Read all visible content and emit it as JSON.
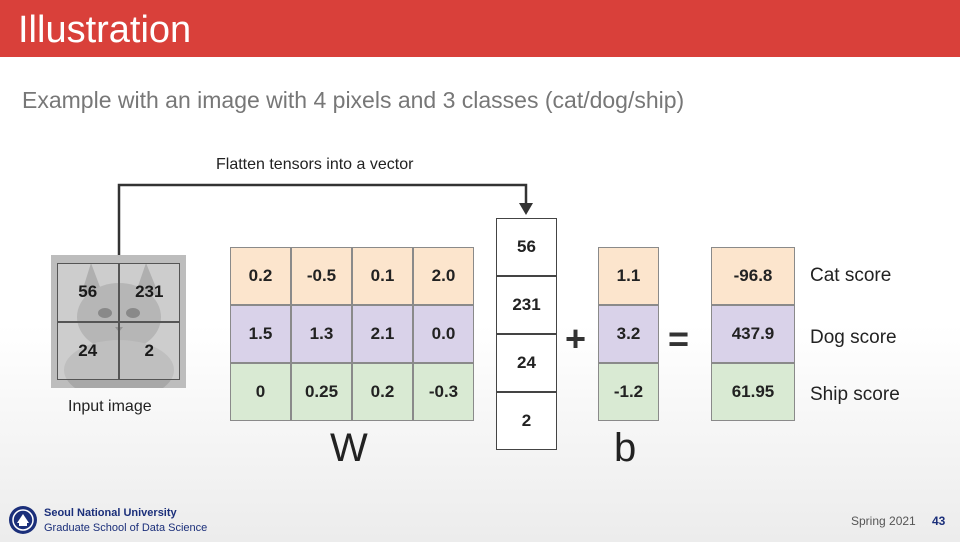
{
  "slide": {
    "title": "Illustration",
    "subtitle": "Example with an image with 4 pixels and 3 classes (cat/dog/ship)"
  },
  "diagram": {
    "flatten_label": "Flatten tensors into a vector",
    "input_caption": "Input image",
    "pixels": [
      "56",
      "231",
      "24",
      "2"
    ],
    "w_label": "W",
    "w_matrix": [
      [
        "0.2",
        "-0.5",
        "0.1",
        "2.0"
      ],
      [
        "1.5",
        "1.3",
        "2.1",
        "0.0"
      ],
      [
        "0",
        "0.25",
        "0.2",
        "-0.3"
      ]
    ],
    "x_vector": [
      "56",
      "231",
      "24",
      "2"
    ],
    "plus": "+",
    "b_label": "b",
    "bias": [
      "1.1",
      "3.2",
      "-1.2"
    ],
    "equals": "=",
    "scores": [
      "-96.8",
      "437.9",
      "61.95"
    ],
    "score_labels": [
      "Cat score",
      "Dog score",
      "Ship score"
    ],
    "row_colors": [
      "#fce5cd",
      "#d9d2e9",
      "#d9ead3"
    ]
  },
  "footer": {
    "university": "Seoul National University",
    "school": "Graduate School of Data Science",
    "term": "Spring 2021",
    "page": "43",
    "logo_icon": "university-seal-icon"
  },
  "colors": {
    "header": "#d9403a",
    "brand": "#1b2f7a"
  }
}
